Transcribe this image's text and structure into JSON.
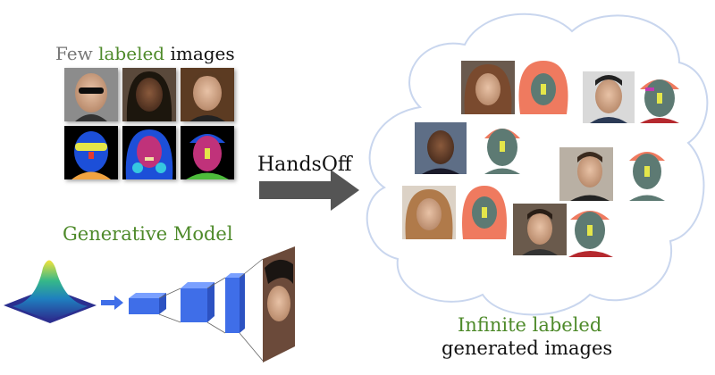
{
  "few_labeled": {
    "word_few": "Few",
    "word_labeled": "labeled",
    "word_images": "images"
  },
  "handsoff_label": "HandsOff",
  "generative_model_label": "Generative Model",
  "output_label": {
    "line1": "Infinite labeled",
    "line2": "generated images"
  },
  "colors": {
    "accent_green": "#4e8a2a",
    "gray_text": "#777777",
    "arrow": "#555555",
    "network_blue": "#3f6ee8",
    "cloud_outline": "#c9d6ee",
    "seg_hair_orange": "#ef7a5f",
    "seg_face_gray": "#5d7a73",
    "seg_nose_yellow": "#e4e64a",
    "seg_lips_magenta": "#c03ab0"
  },
  "icons": [
    "face-photo",
    "segmentation-mask",
    "gaussian-surface",
    "cnn-block",
    "right-arrow",
    "cloud"
  ]
}
